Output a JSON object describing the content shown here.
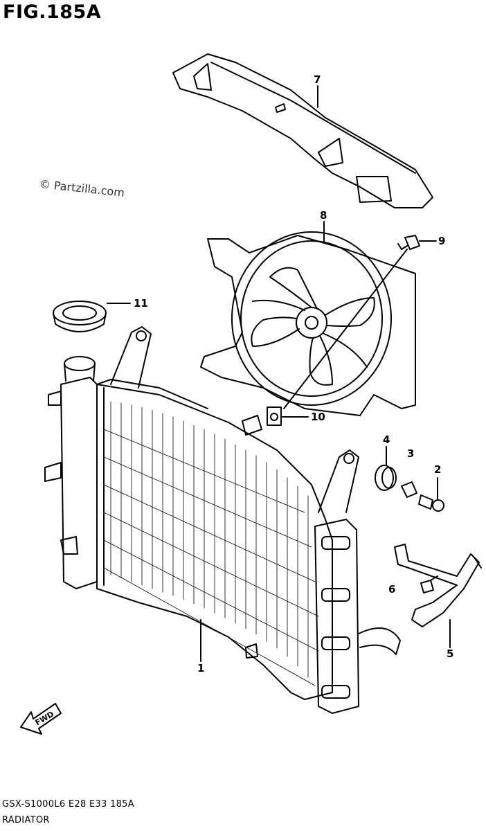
{
  "figure": {
    "title": "FIG.185A",
    "watermark": "© Partzilla.com",
    "footer_code": "GSX-S1000L6  E28  E33  185A",
    "footer_name": "RADIATOR",
    "fwd_label": "FWD"
  },
  "callouts": [
    {
      "id": "1",
      "label": "1"
    },
    {
      "id": "2",
      "label": "2"
    },
    {
      "id": "3",
      "label": "3"
    },
    {
      "id": "4",
      "label": "4"
    },
    {
      "id": "5",
      "label": "5"
    },
    {
      "id": "6",
      "label": "6"
    },
    {
      "id": "7",
      "label": "7"
    },
    {
      "id": "8",
      "label": "8"
    },
    {
      "id": "9",
      "label": "9"
    },
    {
      "id": "10",
      "label": "10"
    },
    {
      "id": "11",
      "label": "11"
    }
  ]
}
